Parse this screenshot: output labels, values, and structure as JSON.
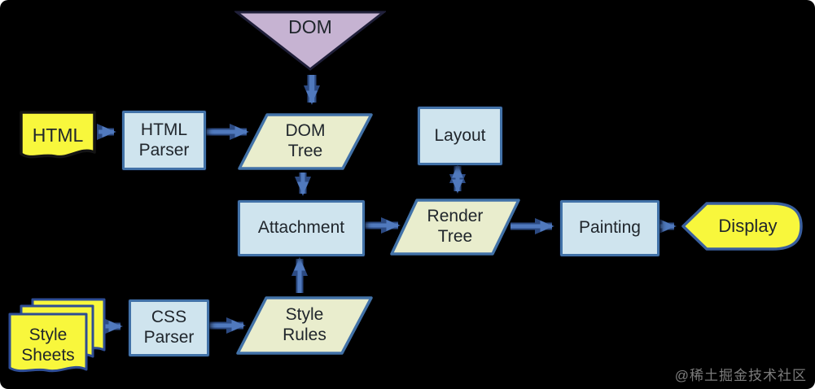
{
  "watermark": {
    "text": "@稀土掘金技术社区"
  },
  "colors": {
    "background": "#000000",
    "process_fill": "#cfe4ee",
    "data_fill": "#e9edcd",
    "io_fill": "#f8f73c",
    "dom_triangle_fill": "#c6b3d2",
    "border_blue": "#4272a8",
    "document_border": "#141414",
    "arrow_fill": "#5079bd",
    "arrow_outline": "#2c4a82",
    "label_color": "#20262c"
  },
  "nodes": {
    "dom": {
      "label": "DOM",
      "shape": "inverted-triangle"
    },
    "html": {
      "label": "HTML",
      "shape": "document"
    },
    "html_parser": {
      "label": "HTML\nParser",
      "shape": "process"
    },
    "dom_tree": {
      "label": "DOM\nTree",
      "shape": "parallelogram"
    },
    "layout": {
      "label": "Layout",
      "shape": "process"
    },
    "attachment": {
      "label": "Attachment",
      "shape": "process"
    },
    "render_tree": {
      "label": "Render\nTree",
      "shape": "parallelogram"
    },
    "painting": {
      "label": "Painting",
      "shape": "process"
    },
    "display": {
      "label": "Display",
      "shape": "display"
    },
    "style_sheets": {
      "label": "Style\nSheets",
      "shape": "multi-document"
    },
    "css_parser": {
      "label": "CSS\nParser",
      "shape": "process"
    },
    "style_rules": {
      "label": "Style\nRules",
      "shape": "parallelogram"
    }
  },
  "edges": [
    {
      "from": "dom",
      "to": "dom_tree",
      "bidirectional": false
    },
    {
      "from": "html",
      "to": "html_parser",
      "bidirectional": false
    },
    {
      "from": "html_parser",
      "to": "dom_tree",
      "bidirectional": false
    },
    {
      "from": "dom_tree",
      "to": "attachment",
      "bidirectional": false
    },
    {
      "from": "layout",
      "to": "render_tree",
      "bidirectional": true
    },
    {
      "from": "attachment",
      "to": "render_tree",
      "bidirectional": false
    },
    {
      "from": "render_tree",
      "to": "painting",
      "bidirectional": false
    },
    {
      "from": "painting",
      "to": "display",
      "bidirectional": false
    },
    {
      "from": "style_sheets",
      "to": "css_parser",
      "bidirectional": false
    },
    {
      "from": "css_parser",
      "to": "style_rules",
      "bidirectional": false
    },
    {
      "from": "style_rules",
      "to": "attachment",
      "bidirectional": false
    }
  ]
}
